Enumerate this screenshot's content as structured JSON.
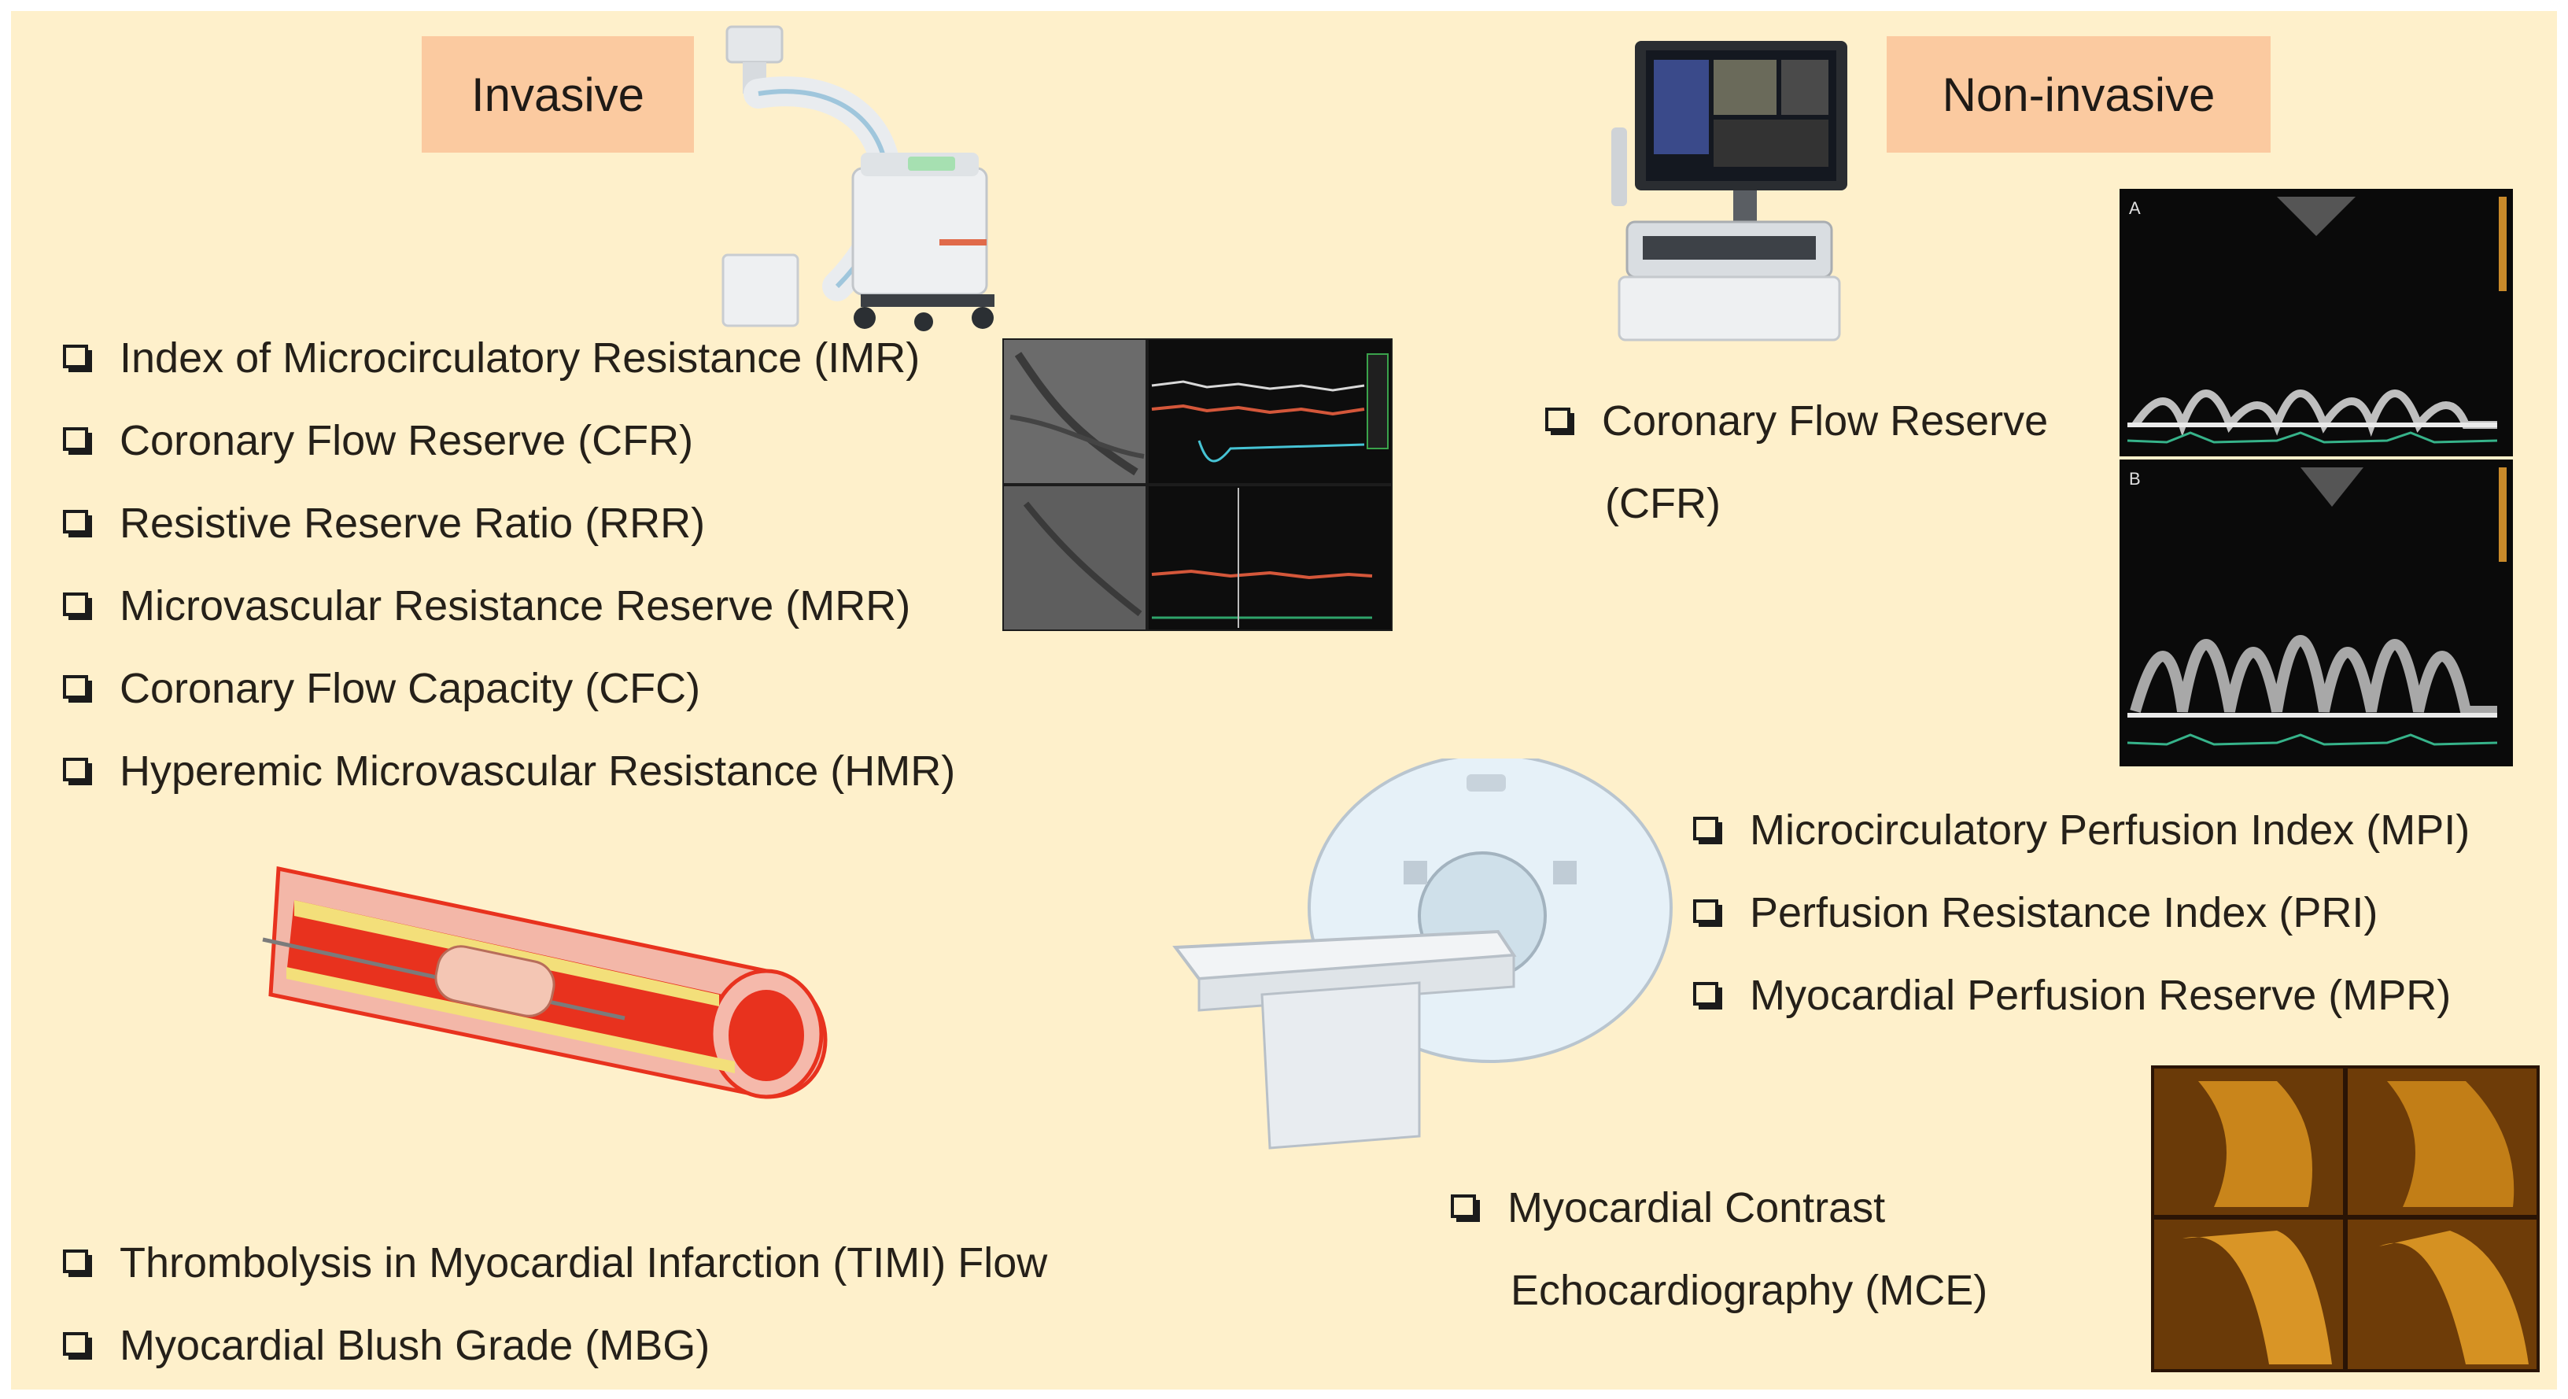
{
  "invasive": {
    "header": "Invasive",
    "top_items": [
      "Index of Microcirculatory Resistance (IMR)",
      "Coronary Flow Reserve (CFR)",
      "Resistive Reserve Ratio (RRR)",
      "Microvascular Resistance Reserve (MRR)",
      "Coronary Flow Capacity (CFC)",
      "Hyperemic Microvascular Resistance (HMR)"
    ],
    "bottom_items": [
      "Thrombolysis in Myocardial Infarction (TIMI) Flow",
      "Myocardial Blush Grade (MBG)"
    ]
  },
  "non_invasive": {
    "header": "Non-invasive",
    "echo_item_line1": "Coronary Flow Reserve",
    "echo_item_line2": "(CFR)",
    "cmr_items": [
      "Microcirculatory Perfusion Index (MPI)",
      "Perfusion Resistance Index (PRI)",
      "Myocardial Perfusion Reserve (MPR)"
    ],
    "mce_item_line1": "Myocardial Contrast",
    "mce_item_line2": "Echocardiography (MCE)",
    "doppler_panel_labels": [
      "A",
      "B"
    ]
  },
  "colors": {
    "background": "#fef0cb",
    "header_fill": "#fbcaa0",
    "text": "#252019",
    "vessel_red": "#e8321e",
    "plaque_yellow": "#f3df7a"
  },
  "icons": [
    "c-arm-icon",
    "ultrasound-machine-icon",
    "mri-scanner-icon",
    "vessel-balloon-icon",
    "checkbox-bullet-icon"
  ]
}
